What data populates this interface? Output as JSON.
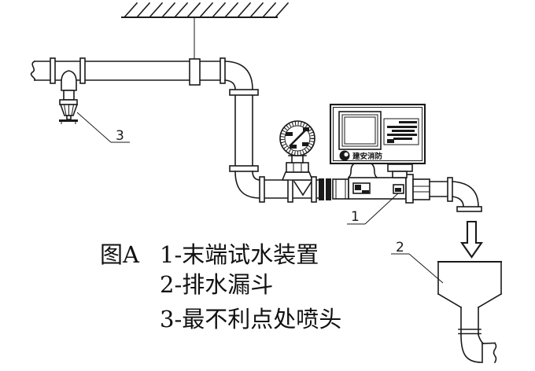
{
  "figure": {
    "label": "图A",
    "legend": [
      "1-末端试水装置",
      "2-排水漏斗",
      "3-最不利点处喷头"
    ],
    "callouts": {
      "device": "1",
      "funnel": "2",
      "sprinkler": "3"
    }
  },
  "panel": {
    "brand": "建安消防"
  },
  "colors": {
    "line": "#1a1a1a",
    "background": "#ffffff"
  }
}
